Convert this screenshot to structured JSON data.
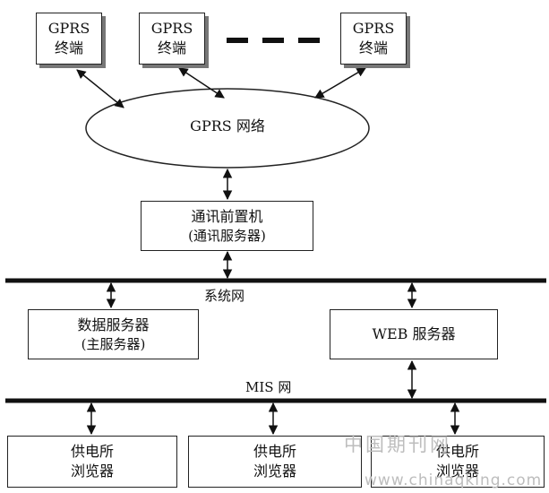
{
  "terminals": [
    {
      "line1": "GPRS",
      "line2": "终端"
    },
    {
      "line1": "GPRS",
      "line2": "终端"
    },
    {
      "line1": "GPRS",
      "line2": "终端"
    }
  ],
  "network": {
    "label": "GPRS 网络"
  },
  "front_end": {
    "line1": "通讯前置机",
    "line2": "(通讯服务器)"
  },
  "system_bus": {
    "label": "系统网"
  },
  "data_server": {
    "line1": "数据服务器",
    "line2": "(主服务器)"
  },
  "web_server": {
    "label": "WEB 服务器"
  },
  "mis_bus": {
    "label": "MIS 网"
  },
  "browsers": [
    {
      "line1": "供电所",
      "line2": "浏览器"
    },
    {
      "line1": "供电所",
      "line2": "浏览器"
    },
    {
      "line1": "供电所",
      "line2": "浏览器"
    }
  ],
  "watermark": {
    "line1": "中国期刊网",
    "line2": "www.chinaqking.com"
  },
  "colors": {
    "line": "#111111",
    "shadow": "#777777",
    "watermark": "#bdbdbd"
  }
}
